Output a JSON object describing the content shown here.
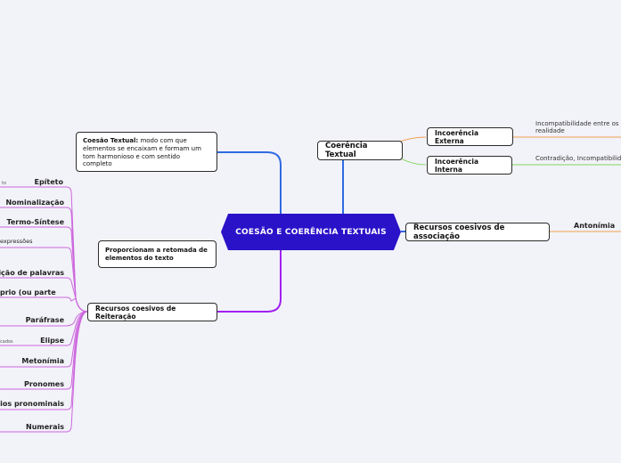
{
  "central": {
    "title": "COESÃO E COERÊNCIA TEXTUAIS"
  },
  "right": {
    "coerencia": "Coerência Textual",
    "incoerencia_externa": "Incoerência Externa",
    "incoerencia_interna": "Incoerência Interna",
    "externa_note_1": "Incompatibilidade entre os",
    "externa_note_2": "realidade",
    "interna_note": "Contradição, Incompatibilid",
    "associacao": "Recursos coesivos de associação",
    "antonimia": "Antonímia"
  },
  "left": {
    "coesao_label": "Coesão Textual:",
    "coesao_text": "modo com que elementos se encaixam e formam um tom harmonioso e com sentido completo",
    "retomada": "Proporcionam a retomada de elementos do texto",
    "reiteracao": "Recursos coesivos de Reiteração",
    "leaves": [
      "Epíteto",
      "Nominalização",
      "Termo-Síntese",
      "expressões",
      "ição de palavras",
      "prio (ou parte",
      "Paráfrase",
      "Elipse",
      "Metonímia",
      "Pronomes",
      "ios pronominais",
      "Numerais"
    ],
    "epiteto_small": "to",
    "elipse_small": "cados"
  },
  "colors": {
    "central": "#2a12c8",
    "blue_branch": "#2f6be0",
    "purple_branch": "#a020f0",
    "orange_branch": "#f0a050",
    "green_branch": "#7ed957",
    "reiteracao_branch": "#cc66dd"
  }
}
